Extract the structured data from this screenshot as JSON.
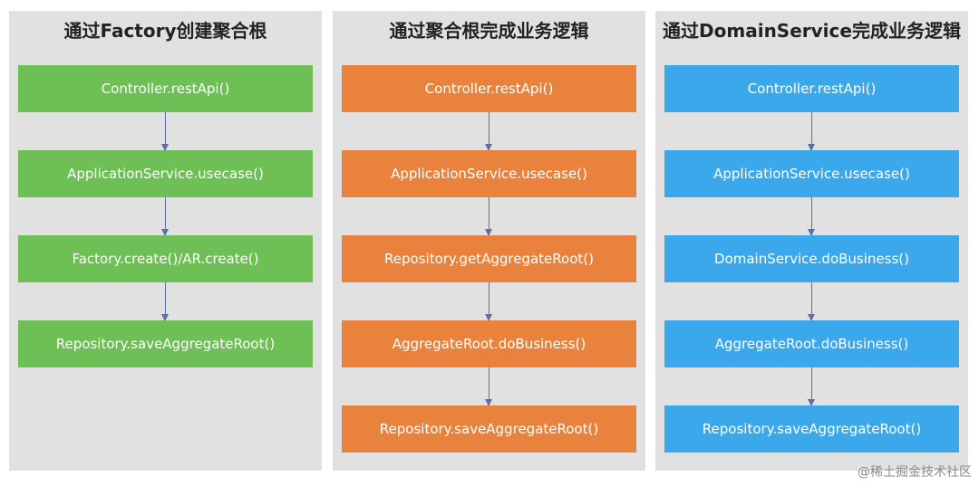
{
  "columns": [
    {
      "title": "通过Factory创建聚合根",
      "color": "#6dbf56",
      "steps": [
        "Controller.restApi()",
        "ApplicationService.usecase()",
        "Factory.create()/AR.create()",
        "Repository.saveAggregateRoot()"
      ]
    },
    {
      "title": "通过聚合根完成业务逻辑",
      "color": "#e8823d",
      "steps": [
        "Controller.restApi()",
        "ApplicationService.usecase()",
        "Repository.getAggregateRoot()",
        "AggregateRoot.doBusiness()",
        "Repository.saveAggregateRoot()"
      ]
    },
    {
      "title": "通过DomainService完成业务逻辑",
      "color": "#3aa8ea",
      "steps": [
        "Controller.restApi()",
        "ApplicationService.usecase()",
        "DomainService.doBusiness()",
        "AggregateRoot.doBusiness()",
        "Repository.saveAggregateRoot()"
      ]
    }
  ],
  "watermark": "@稀土掘金技术社区",
  "arrow_color": "#5a6fb0"
}
